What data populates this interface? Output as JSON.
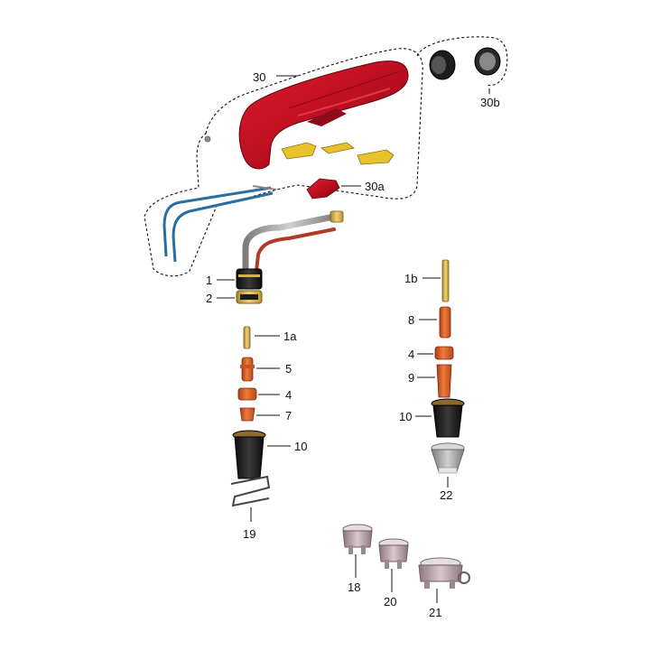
{
  "labels": {
    "p1": "1",
    "p1a": "1a",
    "p1b": "1b",
    "p2": "2",
    "p4a": "4",
    "p4b": "4",
    "p5": "5",
    "p7": "7",
    "p8": "8",
    "p9": "9",
    "p10a": "10",
    "p10b": "10",
    "p18": "18",
    "p19": "19",
    "p20": "20",
    "p21": "21",
    "p22": "22",
    "p30": "30",
    "p30a": "30a",
    "p30b": "30b"
  },
  "colors": {
    "handle_red": "#c8102e",
    "handle_dark": "#7a0a14",
    "brass": "#d6b24a",
    "copper": "#e0622a",
    "copper_dark": "#9c3a12",
    "insulator_black": "#1c1c1c",
    "trigger_yellow": "#e8c22a",
    "lead_blue": "#2a6ea0",
    "shield_gray": "#b9a6ad",
    "cable_gray": "#a9a9a9"
  }
}
